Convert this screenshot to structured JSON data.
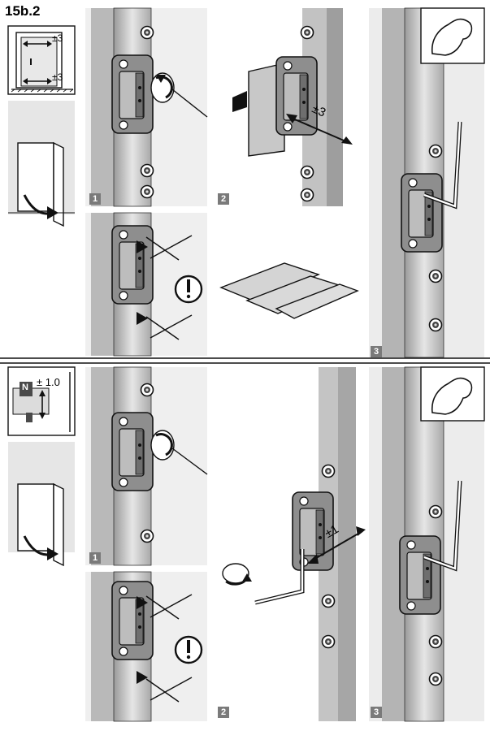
{
  "title": "15b.2",
  "top": {
    "overview_tol_upper": "±3",
    "overview_tol_lower": "±3",
    "adjust_label": "±3",
    "step_labels": [
      "1",
      "2",
      "3"
    ]
  },
  "bottom": {
    "overview_tol": "± 1.0",
    "overview_badge": "N",
    "adjust_label": "±1",
    "step_labels": [
      "1",
      "2",
      "3"
    ]
  },
  "icons": [
    "strength-arm-icon",
    "attention-icon",
    "door-icon",
    "screwdriver-icon",
    "hex-key-icon",
    "rotate-arrow-icon"
  ]
}
